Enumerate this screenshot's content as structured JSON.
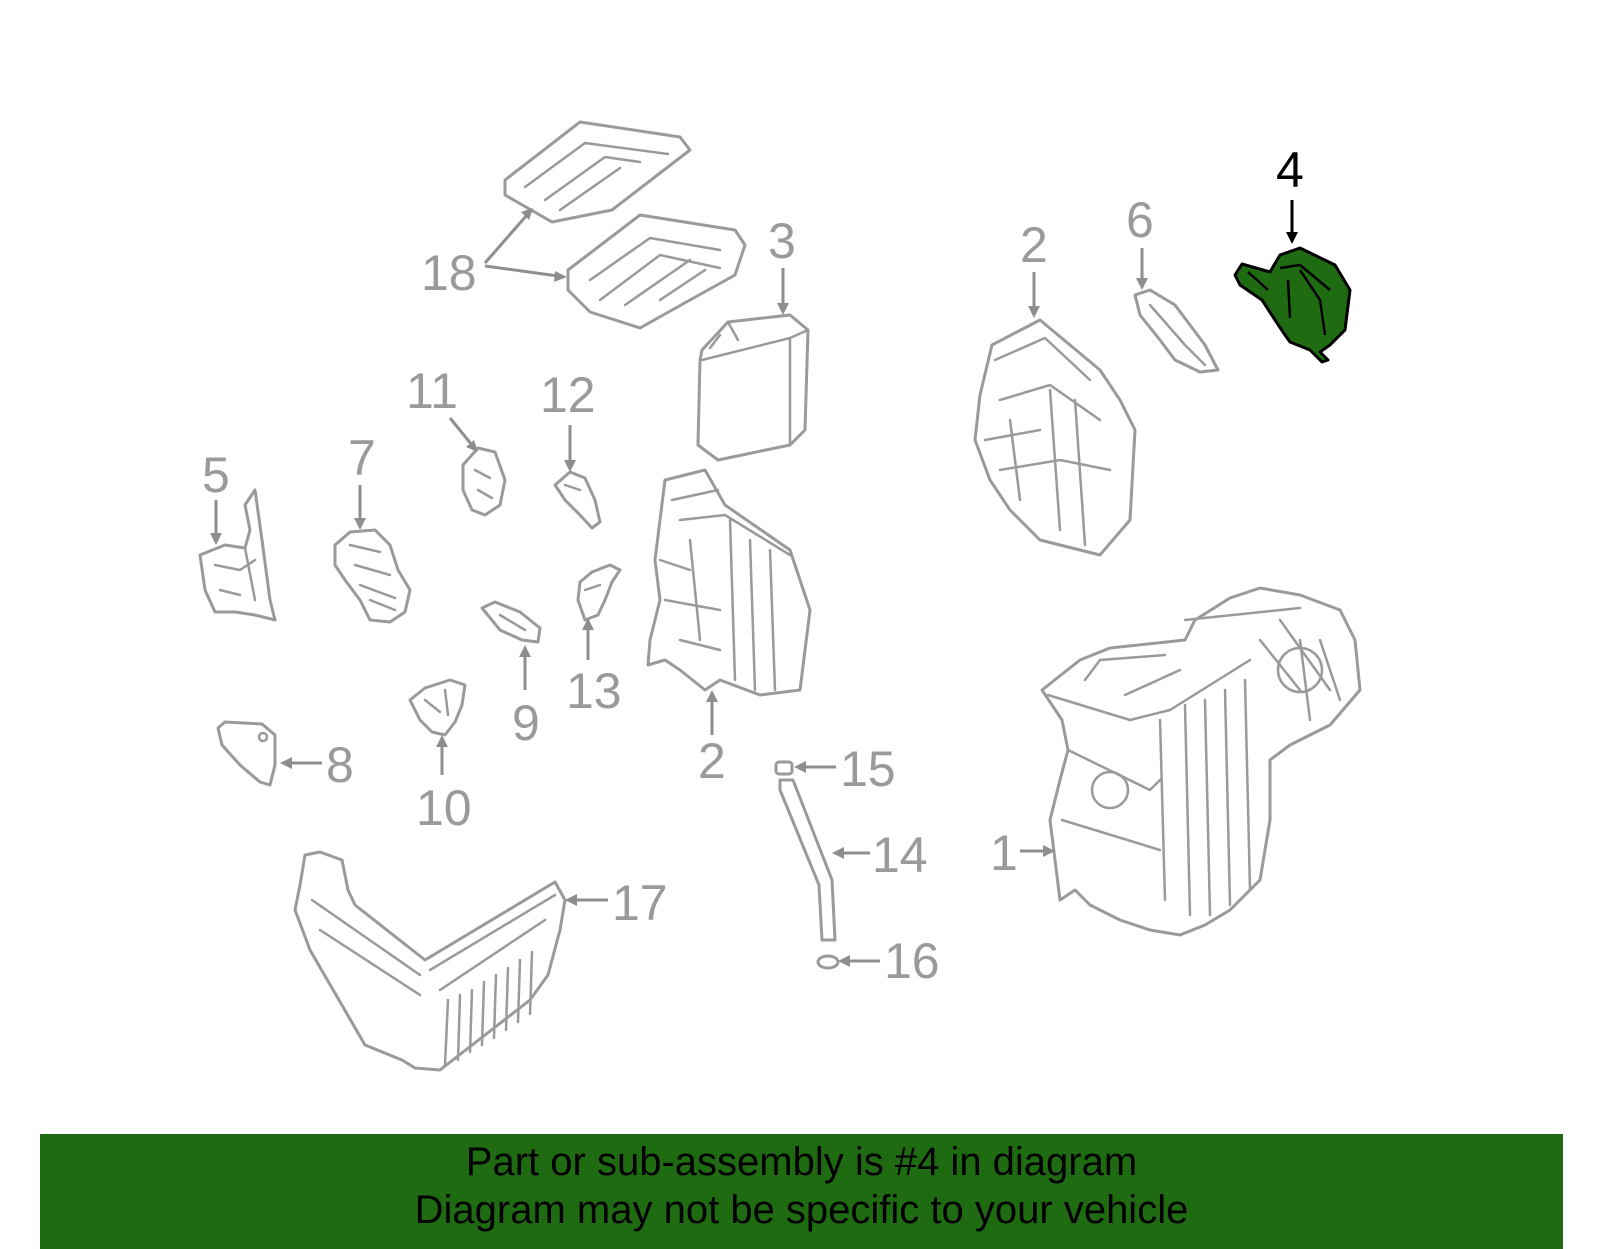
{
  "diagram": {
    "highlighted_part": "4",
    "highlight_color": "#1f6b12",
    "callouts": {
      "c1": "1",
      "c2a": "2",
      "c2b": "2",
      "c3": "3",
      "c4": "4",
      "c5": "5",
      "c6": "6",
      "c7": "7",
      "c8": "8",
      "c9": "9",
      "c10": "10",
      "c11": "11",
      "c12": "12",
      "c13": "13",
      "c14": "14",
      "c15": "15",
      "c16": "16",
      "c17": "17",
      "c18": "18"
    }
  },
  "banner": {
    "line1": "Part or sub-assembly is #4 in diagram",
    "line2": "Diagram may not be specific to your vehicle",
    "color": "#1f6b12"
  }
}
